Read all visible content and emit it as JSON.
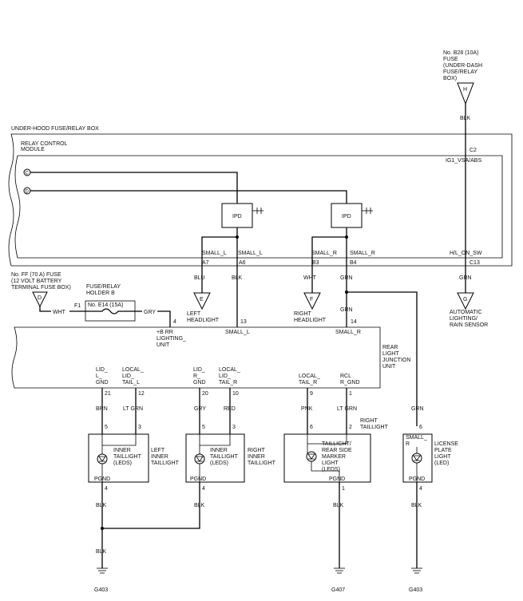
{
  "fuse_b28": {
    "lines": [
      "No. B28 (10A)",
      "FUSE",
      "(UNDER-DASH",
      "FUSE/RELAY",
      "BOX)"
    ]
  },
  "connectors": {
    "H": "H",
    "E": "E",
    "F": "F",
    "G": "G",
    "D": "D",
    "C": "C"
  },
  "underhood": {
    "box_label": "UNDER-HOOD FUSE/RELAY BOX",
    "rcm_label": [
      "RELAY CONTROL",
      "MODULE"
    ],
    "c2": "C2",
    "ig1": "IG1_VSA/ABS",
    "ipd": "IPD",
    "small_l": "SMALL_L",
    "small_r": "SMALL_R",
    "hl_on_sw": "H/L_ON_SW",
    "pins": {
      "a7": "A7",
      "a6": "A6",
      "b3": "B3",
      "b4": "B4",
      "c13": "C13"
    }
  },
  "wire_colors": {
    "blk": "BLK",
    "blu": "BLU",
    "wht": "WHT",
    "grn": "GRN",
    "gry": "GRY",
    "brn": "BRN",
    "lt_grn": "LT GRN",
    "red": "RED",
    "pnk": "PNK"
  },
  "fuse_ff": {
    "lines": [
      "No. FF (70 A) FUSE",
      "(12 VOLT BATTERY",
      "TERMINAL FUSE BOX)"
    ]
  },
  "fuse_holder": {
    "lines": [
      "FUSE/RELAY",
      "HOLDER B"
    ],
    "f1": "F1",
    "fuse": "No. E14 (15A)"
  },
  "left_headlight": [
    "LEFT",
    "HEADLIGHT"
  ],
  "right_headlight": [
    "RIGHT",
    "HEADLIGHT"
  ],
  "auto_sensor": [
    "AUTOMATIC",
    "LIGHTING/",
    "RAIN SENSOR"
  ],
  "rljb": {
    "label": [
      "REAR",
      "LIGHT",
      "JUNCTION",
      "UNIT"
    ],
    "b_rr": [
      "+B RR",
      "LIGHTING_",
      "UNIT"
    ],
    "small_l": "SMALL_L",
    "small_r": "SMALL_R",
    "pins": {
      "p4": "4",
      "p13": "13",
      "p14": "14",
      "p21": "21",
      "p12": "12",
      "p20": "20",
      "p10": "10",
      "p9": "9",
      "p1": "1"
    },
    "terms": {
      "lid_l_gnd": [
        "LID_",
        "L_",
        "GND"
      ],
      "local_lid_tail_l": [
        "LOCAL_",
        "LID_",
        "TAIL_L"
      ],
      "lid_r_gnd": [
        "LID_",
        "R_",
        "GND"
      ],
      "local_lid_tail_r": [
        "LOCAL_",
        "LID_",
        "TAIL_R"
      ],
      "local_tail_r": [
        "LOCAL_",
        "TAIL_R"
      ],
      "rcl_r_gnd": [
        "RCL",
        "R_GND"
      ]
    }
  },
  "loads": {
    "left_inner": {
      "inside": [
        "INNER",
        "TAILLIGHT",
        "(LEDS)"
      ],
      "outside": [
        "LEFT",
        "INNER",
        "TAILLIGHT"
      ],
      "p5": "5",
      "p3": "3",
      "pgnd": "PGND",
      "p4": "4"
    },
    "right_inner": {
      "inside": [
        "INNER",
        "TAILLIGHT",
        "(LEDS)"
      ],
      "outside": [
        "RIGHT",
        "INNER",
        "TAILLIGHT"
      ],
      "p5": "5",
      "p3": "3",
      "pgnd": "PGND",
      "p4": "4"
    },
    "taillight": {
      "inside": [
        "TAILLIGHT/",
        "REAR SIDE",
        "MARKER",
        "LIGHT",
        "(LEDS)"
      ],
      "outside": [
        "RIGHT",
        "TAILLIGHT"
      ],
      "p6": "6",
      "p2": "2",
      "pgnd": "PGND",
      "p1": "1"
    },
    "license": {
      "inside": [
        "LICENSE",
        "PLATE",
        "LIGHT",
        "(LED)"
      ],
      "small_r": [
        "SMALL_",
        "R"
      ],
      "p6": "6",
      "pgnd": "PGND",
      "p4": "4"
    }
  },
  "grounds": {
    "g403_a": "G403",
    "g407": "G407",
    "g403_b": "G403"
  }
}
